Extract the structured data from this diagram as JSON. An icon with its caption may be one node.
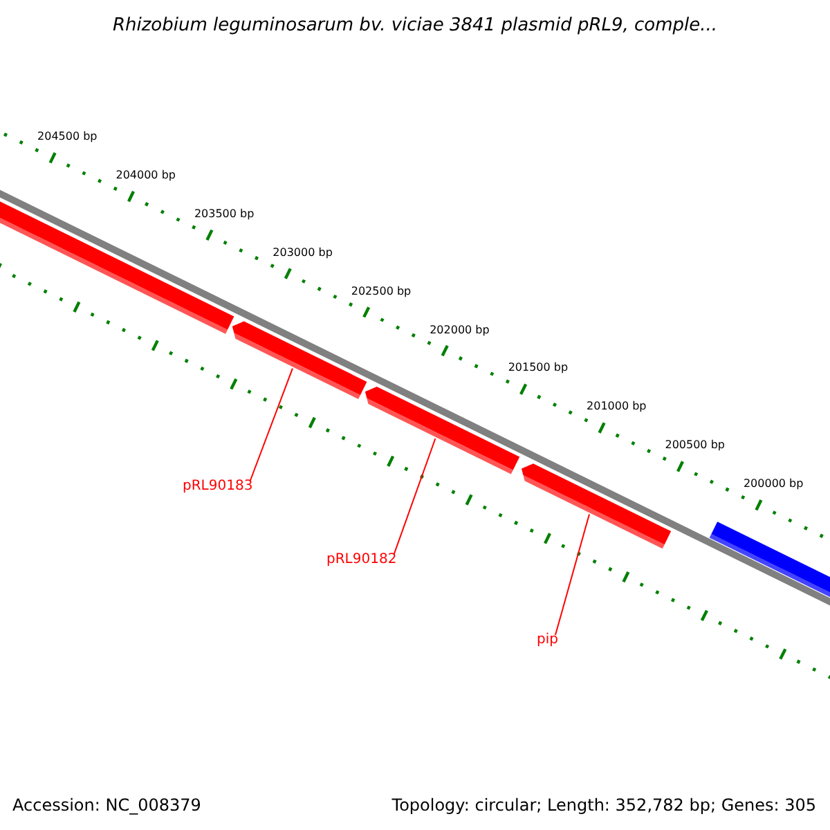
{
  "diagram": {
    "title": "Rhizobium leguminosarum bv. viciae 3841 plasmid pRL9, comple...",
    "nodes": [
      {
        "text": [],
        "shape": "arrow"
      },
      {
        "text": [],
        "shape": "arrow"
      },
      {
        "text": [],
        "shape": "arrow"
      },
      {
        "text": [],
        "shape": "arrow"
      },
      {
        "text": [],
        "shape": "bar"
      },
      {
        "text": [
          "pRL90183"
        ]
      },
      {
        "text": [
          "pRL90182"
        ]
      },
      {
        "text": [
          "pip"
        ]
      }
    ],
    "edges": [
      {
        "from": 5,
        "to": 1,
        "arrow": "none",
        "color": "#ff0000"
      },
      {
        "from": 6,
        "to": 2,
        "arrow": "none",
        "color": "#ff0000"
      },
      {
        "from": 7,
        "to": 3,
        "arrow": "none",
        "color": "#ff0000"
      }
    ],
    "labels": [
      "204500 bp",
      "204000 bp",
      "203500 bp",
      "203000 bp",
      "202500 bp",
      "202000 bp",
      "201500 bp",
      "201000 bp",
      "200500 bp",
      "200000 bp",
      "Accession: NC_008379",
      "Topology: circular; Length: 352,782 bp; Genes: 305"
    ]
  }
}
